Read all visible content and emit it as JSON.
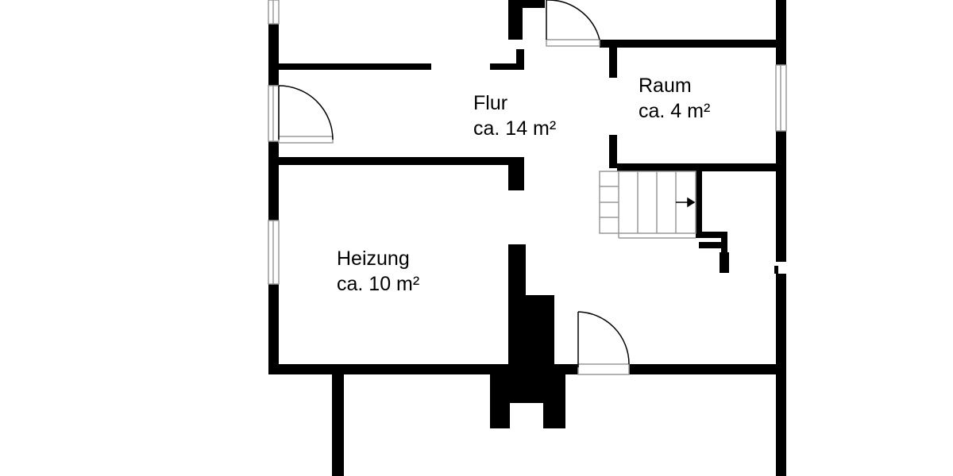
{
  "colors": {
    "wall": "#000000",
    "background": "#ffffff",
    "window_frame": "#9a9a9a"
  },
  "rooms": {
    "flur": {
      "name": "Flur",
      "area": "ca. 14 m²"
    },
    "raum": {
      "name": "Raum",
      "area": "ca. 4 m²"
    },
    "heizung": {
      "name": "Heizung",
      "area": "ca. 10 m²"
    }
  }
}
